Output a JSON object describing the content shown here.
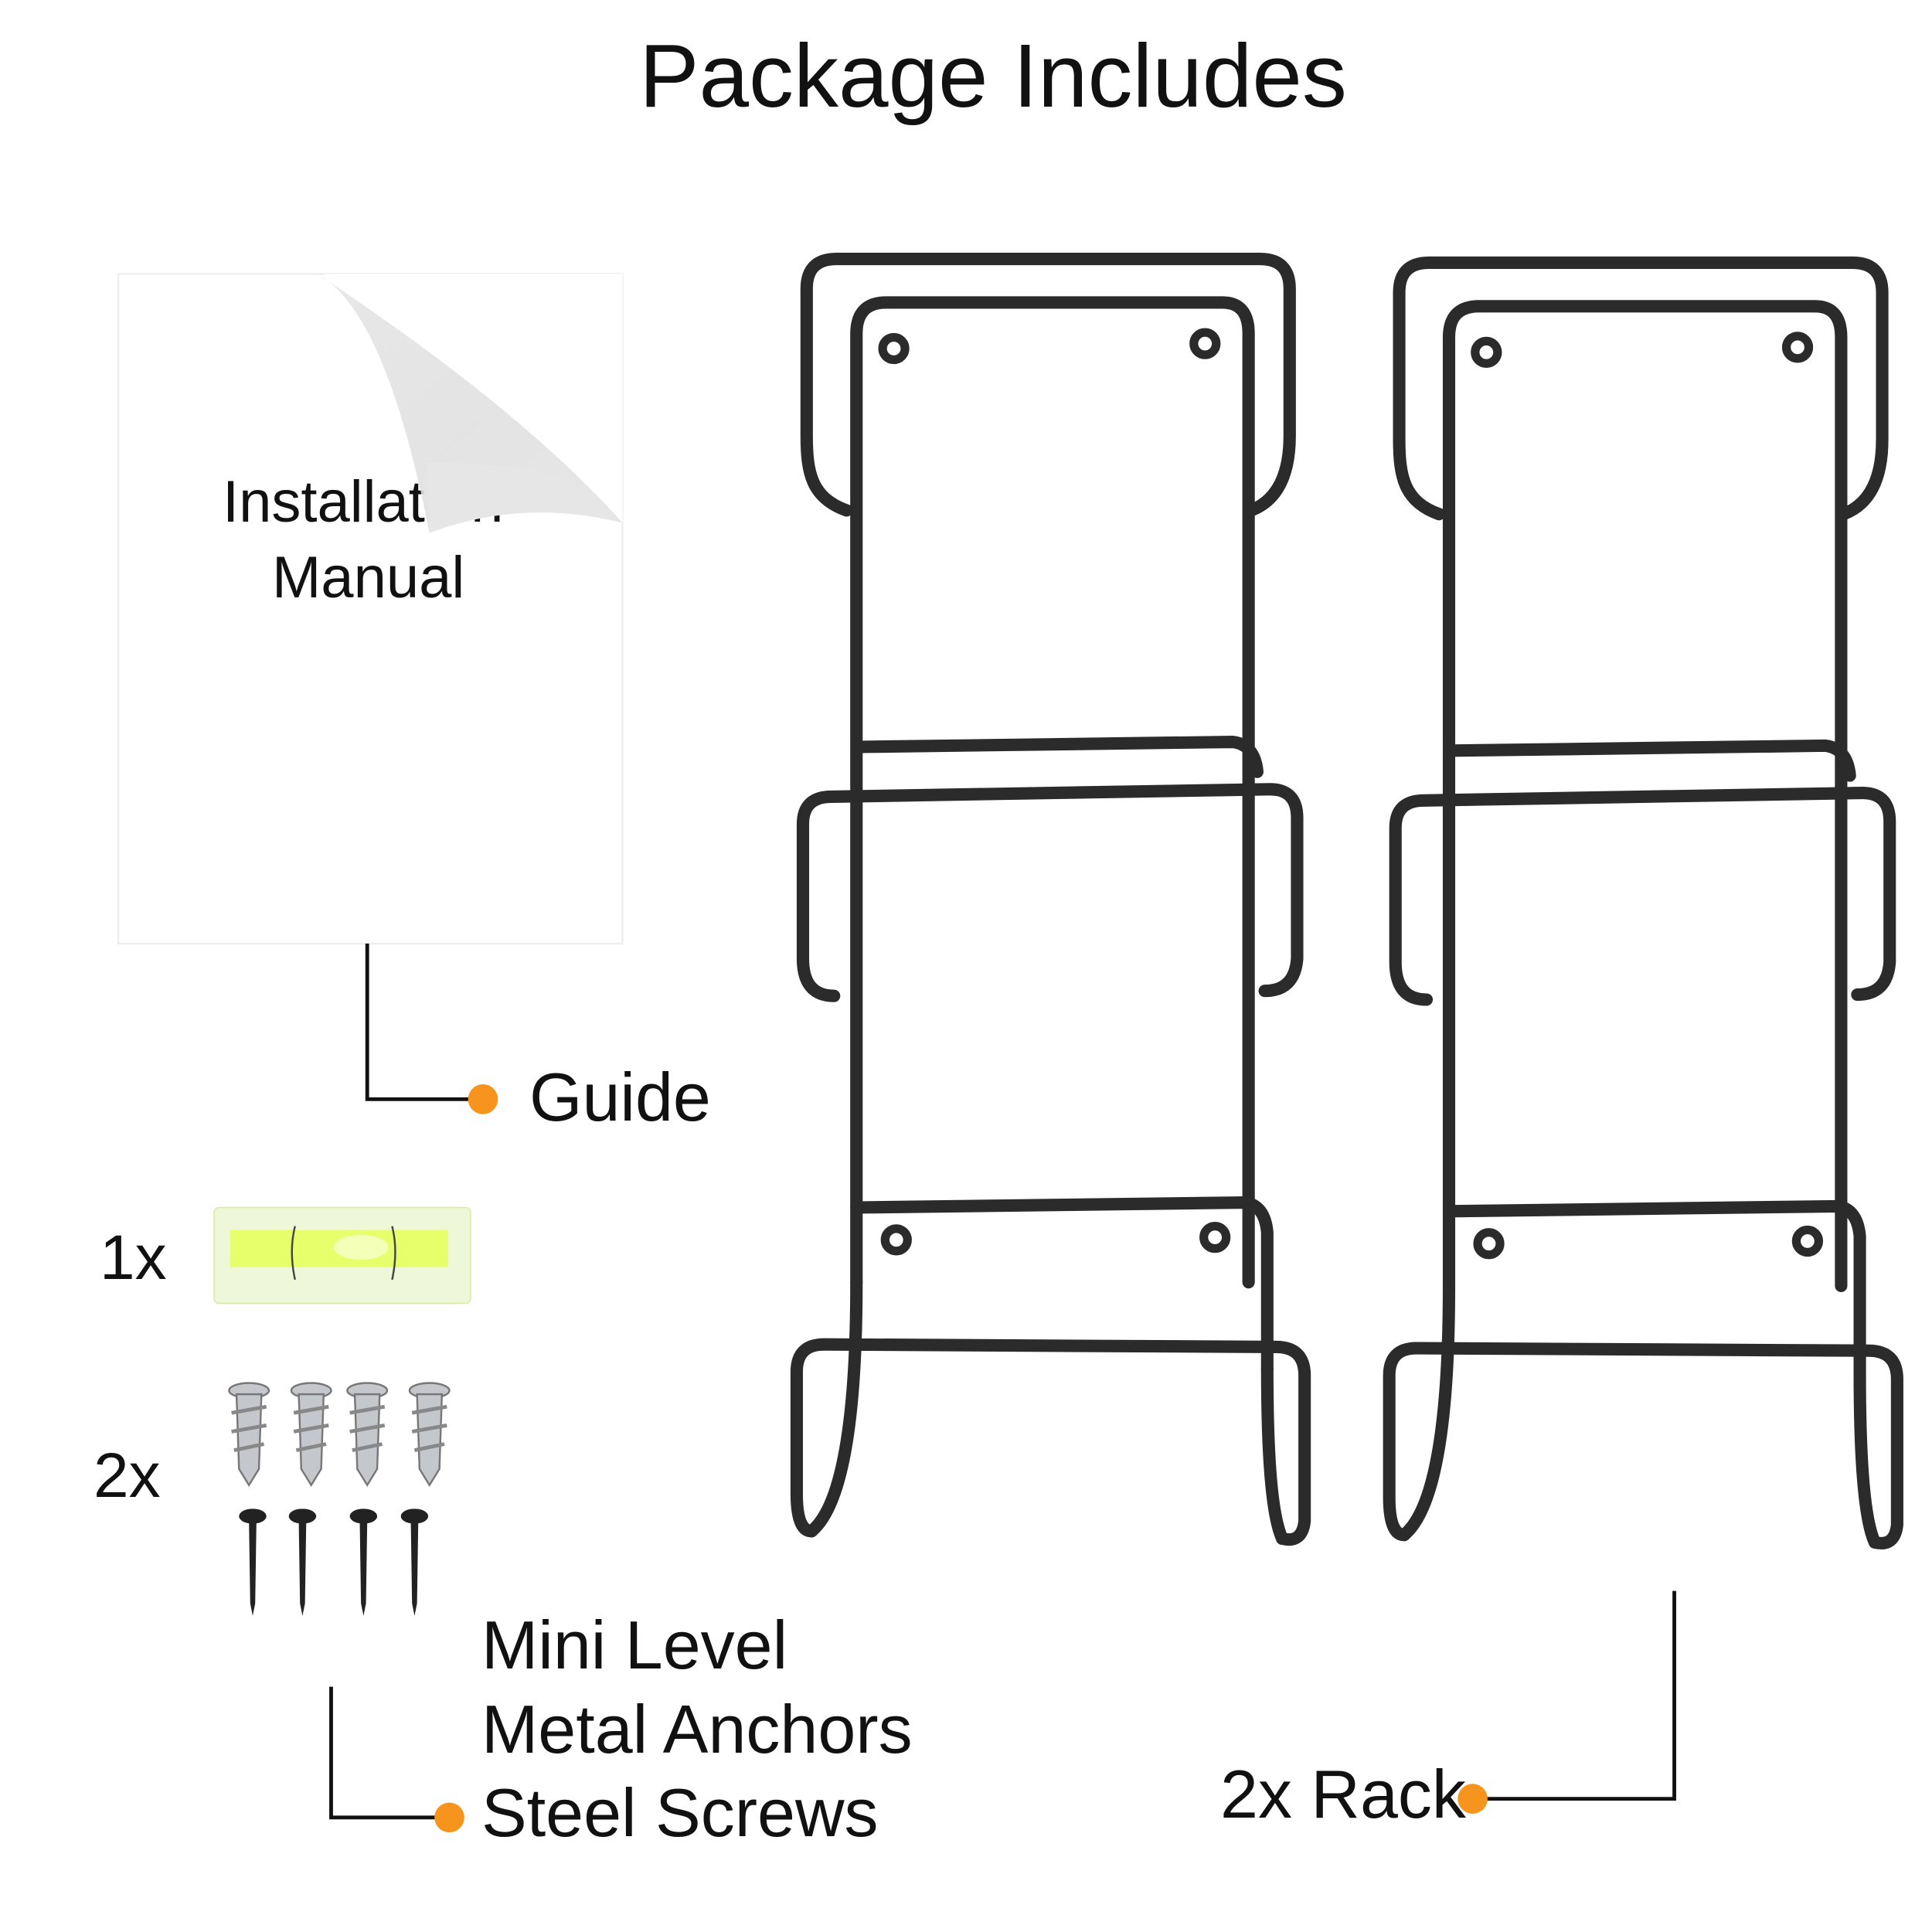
{
  "title": "Package Includes",
  "manual": {
    "line1": "Installation",
    "line2": "Manual"
  },
  "labels": {
    "guide": "Guide",
    "level_qty": "1x",
    "hardware_qty": "2x",
    "mini_level": "Mini Level",
    "metal_anchors": "Metal Anchors",
    "steel_screws": "Steel Screws",
    "rack": "2x Rack"
  },
  "colors": {
    "accent_dot": "#F7941D",
    "rack": "#2b2b2b",
    "level": "#e6ff6a"
  }
}
